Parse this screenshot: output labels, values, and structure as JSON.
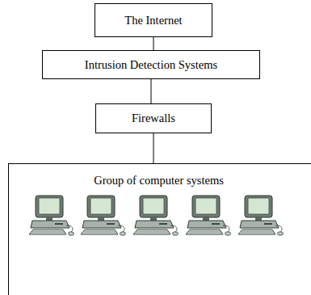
{
  "diagram": {
    "nodes": [
      {
        "text": [
          "The Internet"
        ]
      },
      {
        "text": [
          "Intrusion Detection Systems"
        ]
      },
      {
        "text": [
          "Firewalls"
        ]
      },
      {
        "text": [
          "Group of computer systems"
        ]
      }
    ],
    "edges": [
      {
        "from": 0,
        "to": 1,
        "arrow": "none"
      },
      {
        "from": 1,
        "to": 2,
        "arrow": "none"
      },
      {
        "from": 2,
        "to": 3,
        "arrow": "none"
      }
    ]
  }
}
